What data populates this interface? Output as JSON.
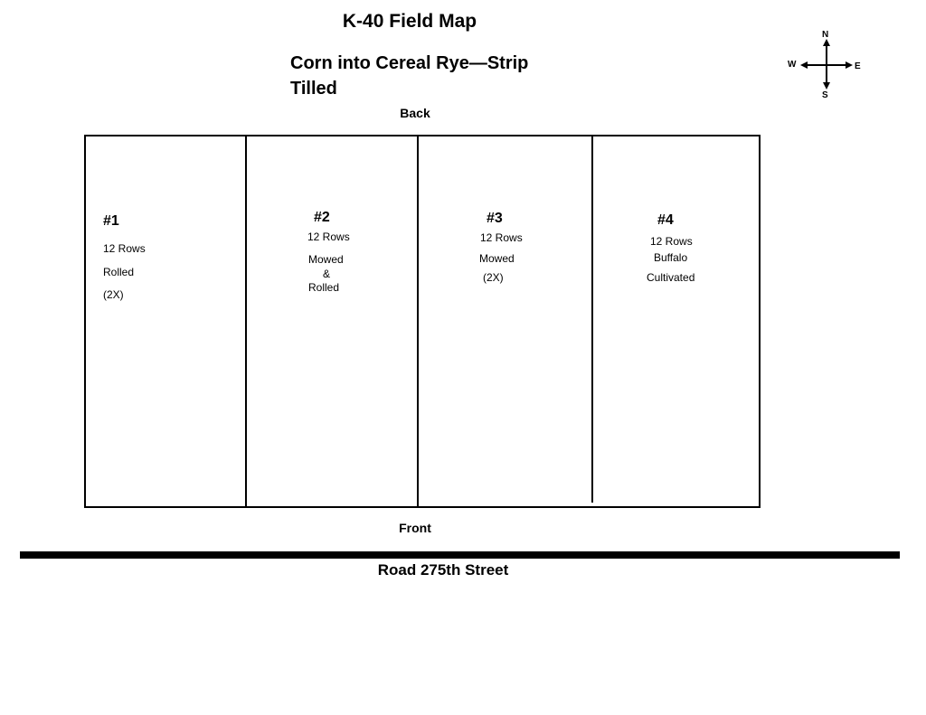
{
  "title": "K-40 Field Map",
  "subtitle": "Corn into Cereal Rye—Strip Tilled",
  "labels": {
    "back": "Back",
    "front": "Front",
    "road": "Road 275th Street"
  },
  "compass": {
    "north": "N",
    "south": "S",
    "east": "E",
    "west": "W"
  },
  "plots": [
    {
      "number": "#1",
      "lines": [
        "12 Rows",
        "Rolled",
        "(2X)"
      ]
    },
    {
      "number": "#2",
      "lines": [
        "12 Rows",
        "Mowed",
        "&",
        "Rolled"
      ]
    },
    {
      "number": "#3",
      "lines": [
        "12 Rows",
        "Mowed",
        "(2X)"
      ]
    },
    {
      "number": "#4",
      "lines": [
        "12 Rows",
        "Buffalo",
        "Cultivated"
      ]
    }
  ]
}
